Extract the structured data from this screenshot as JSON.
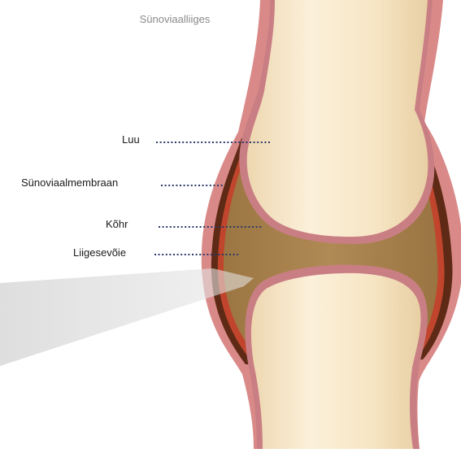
{
  "diagram": {
    "title": "Sünoviaalliiges",
    "labels": {
      "bone": "Luu",
      "synovial_membrane": "Sünoviaalmembraan",
      "cartilage": "Kõhr",
      "synovial_fluid": "Liigesevõie"
    }
  },
  "colors": {
    "bone": "#f6e6c8",
    "capsule": "#d98a88",
    "capsule_dark": "#5e2a16",
    "fluid": "#a6804a",
    "membrane_red": "#c0452c",
    "leader": "#2a3a6a",
    "title_gray": "#8a8a8a"
  }
}
